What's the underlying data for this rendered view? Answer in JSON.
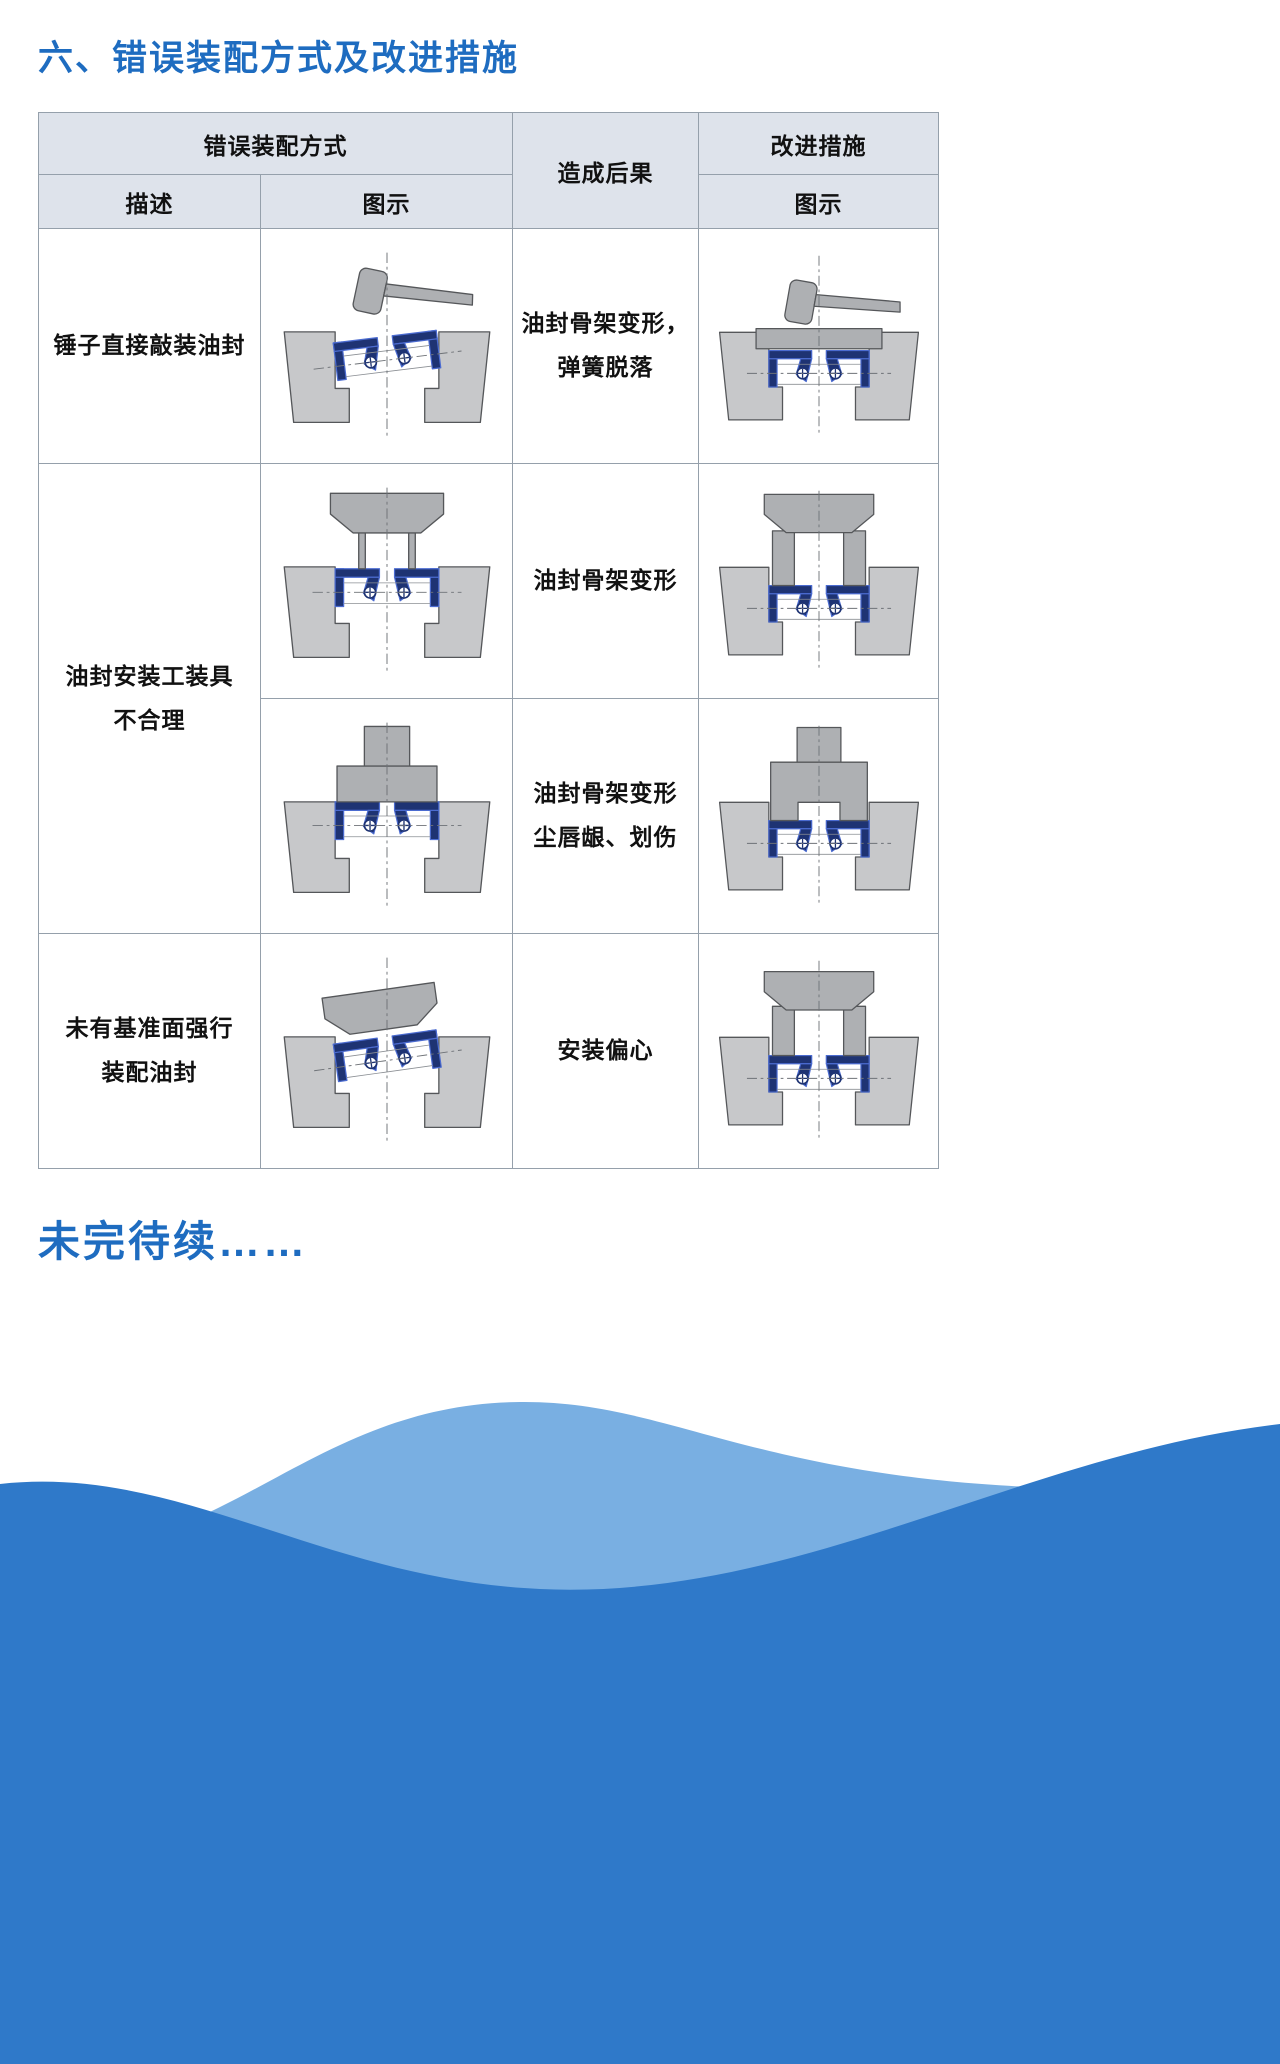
{
  "page": {
    "title": "六、错误装配方式及改进措施",
    "to_be_continued": "未完待续……"
  },
  "table": {
    "headers": {
      "wrong_method": "错误装配方式",
      "description": "描述",
      "illustration": "图示",
      "consequence": "造成后果",
      "improvement": "改进措施",
      "improvement_illustration": "图示"
    },
    "rows": [
      {
        "description": "锤子直接敲装油封",
        "consequence": "油封骨架变形，\n弹簧脱落"
      },
      {
        "description": "油封安装工装具\n不合理",
        "consequence": "油封骨架变形"
      },
      {
        "consequence": "油封骨架变形\n尘唇龈、划伤"
      },
      {
        "description": "未有基准面强行\n装配油封",
        "consequence": "安装偏心"
      }
    ]
  },
  "icons": {
    "hammer": "hammer-icon",
    "press_tool": "press-tool-icon",
    "oil_seal": "oil-seal-icon",
    "housing": "housing-icon"
  },
  "colors": {
    "title_blue": "#1e6cc0",
    "header_bg": "#dee3eb",
    "border_gray": "#95a0ab",
    "text_dark": "#111111",
    "metal_gray": "#c7c8ca",
    "metal_stroke": "#55575a",
    "tool_gray": "#aeb0b3",
    "seal_navy": "#1e3373",
    "seal_stroke": "#4b6bd0",
    "line_gray": "#8b8f94",
    "wave_light": "#79afe2",
    "wave_dark": "#2f79c9"
  }
}
